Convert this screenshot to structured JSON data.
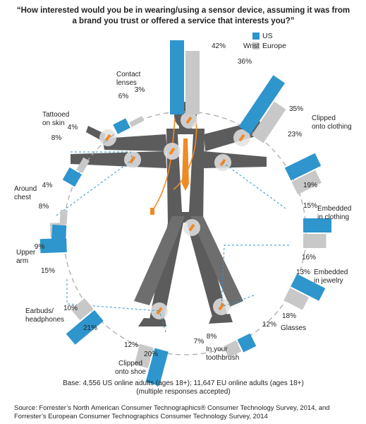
{
  "title_line1": "“How interested would you be in wearing/using a sensor device, assuming it was from",
  "title_line2": "a brand you trust or offered a service that interests you?”",
  "colors": {
    "us": "#2e95cd",
    "europe": "#c8c8c8",
    "accent": "#f08a24",
    "figure": "#5c5c5c"
  },
  "chart_data": {
    "type": "bar",
    "layout": "radial",
    "title": "“How interested would you be in wearing/using a sensor device, assuming it was from a brand you trust or offered a service that interests you?”",
    "legend": [
      "US",
      "Europe"
    ],
    "categories": [
      {
        "label": [
          "Wrist"
        ],
        "us": 42,
        "eu": 36
      },
      {
        "label": [
          "Clipped",
          "onto clothing"
        ],
        "us": 35,
        "eu": 23
      },
      {
        "label": [
          "Embedded",
          "in clothing"
        ],
        "us": 19,
        "eu": 15
      },
      {
        "label": [
          "Embedded",
          "in jewelry"
        ],
        "us": 16,
        "eu": 13
      },
      {
        "label": [
          "Glasses"
        ],
        "us": 18,
        "eu": 12
      },
      {
        "label": [
          "In your",
          "toothbrush"
        ],
        "us": 8,
        "eu": 7
      },
      {
        "label": [
          "Clipped",
          "onto shoe"
        ],
        "us": 20,
        "eu": 12
      },
      {
        "label": [
          "Earbuds/",
          "headphones"
        ],
        "us": 21,
        "eu": 10
      },
      {
        "label": [
          "Upper",
          "arm"
        ],
        "us": 15,
        "eu": 9
      },
      {
        "label": [
          "Around",
          "chest"
        ],
        "us": 8,
        "eu": 4
      },
      {
        "label": [
          "Tattooed",
          "on skin"
        ],
        "us": 8,
        "eu": 4
      },
      {
        "label": [
          "Contact",
          "lenses"
        ],
        "us": 6,
        "eu": 3
      }
    ],
    "value_suffix": "%"
  },
  "base_line1": "Base: 4,556 US online adults (ages 18+); 11,647 EU online adults (ages 18+)",
  "base_line2": "(multiple responses accepted)",
  "source_line1": "Source: Forrester’s North American Consumer Technographics® Consumer Technology Survey, 2014, and",
  "source_line2": "Forrester’s European Consumer Technographics Consumer Technology Survey, 2014"
}
